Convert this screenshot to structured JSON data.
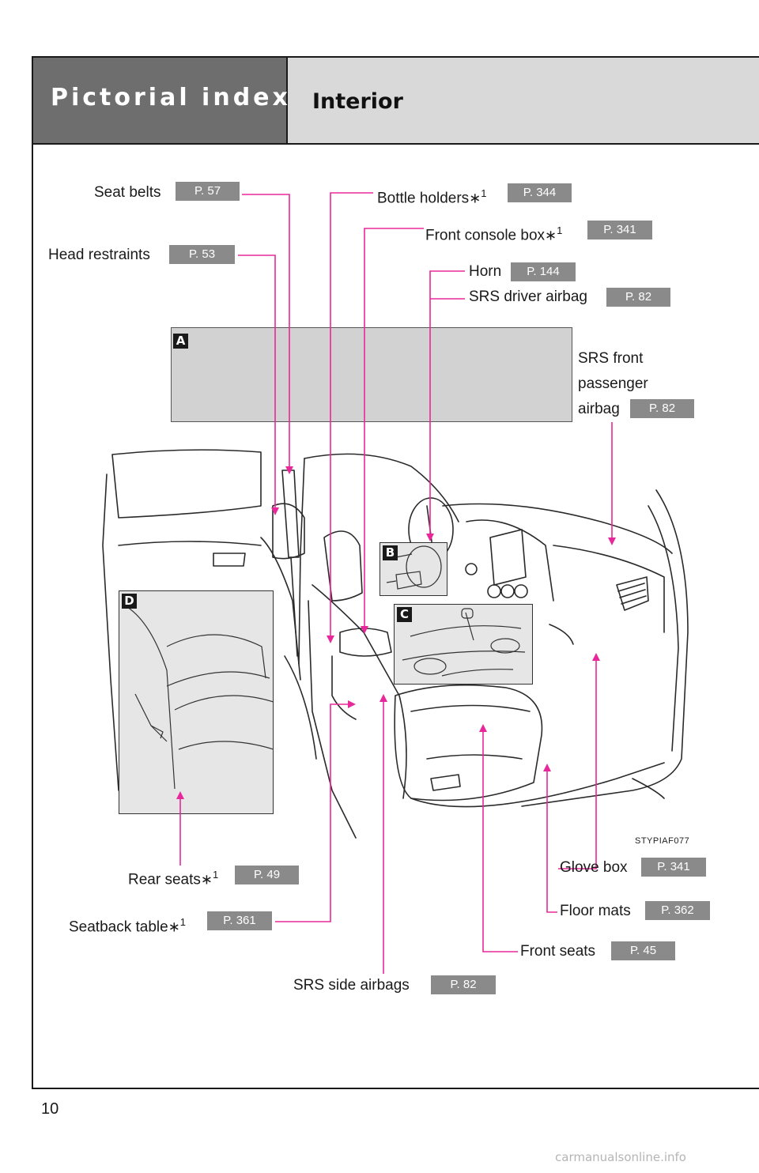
{
  "header": {
    "section_title": "Pictorial index",
    "sub_title": "Interior"
  },
  "callouts": {
    "seat_belts": {
      "label": "Seat belts",
      "page": "P. 57"
    },
    "head_restraints": {
      "label": "Head restraints",
      "page": "P. 53"
    },
    "bottle_holders": {
      "label": "Bottle holders",
      "note": "1",
      "page": "P. 344"
    },
    "front_console_box": {
      "label": "Front console box",
      "note": "1",
      "page": "P. 341"
    },
    "horn": {
      "label": "Horn",
      "page": "P. 144"
    },
    "srs_driver_airbag": {
      "label": "SRS driver airbag",
      "page": "P. 82"
    },
    "srs_front_passenger_airbag": {
      "line1": "SRS front",
      "line2": "passenger",
      "line3": "airbag",
      "page": "P. 82"
    },
    "glove_box": {
      "label": "Glove box",
      "page": "P. 341"
    },
    "floor_mats": {
      "label": "Floor mats",
      "page": "P. 362"
    },
    "front_seats": {
      "label": "Front seats",
      "page": "P. 45"
    },
    "srs_side_airbags": {
      "label": "SRS side airbags",
      "page": "P. 82"
    },
    "rear_seats": {
      "label": "Rear seats",
      "note": "1",
      "page": "P. 49"
    },
    "seatback_table": {
      "label": "Seatback table",
      "note": "1",
      "page": "P. 361"
    }
  },
  "panels": {
    "a": "A",
    "b": "B",
    "c": "C",
    "d": "D"
  },
  "image_code": "STYPIAF077",
  "page_number": "10",
  "watermark": "carmanualsonline.info",
  "colors": {
    "leader": "#e8289a",
    "header_dark": "#6e6e6e",
    "header_light": "#d9d9d9",
    "page_badge": "#8a8a8a"
  }
}
